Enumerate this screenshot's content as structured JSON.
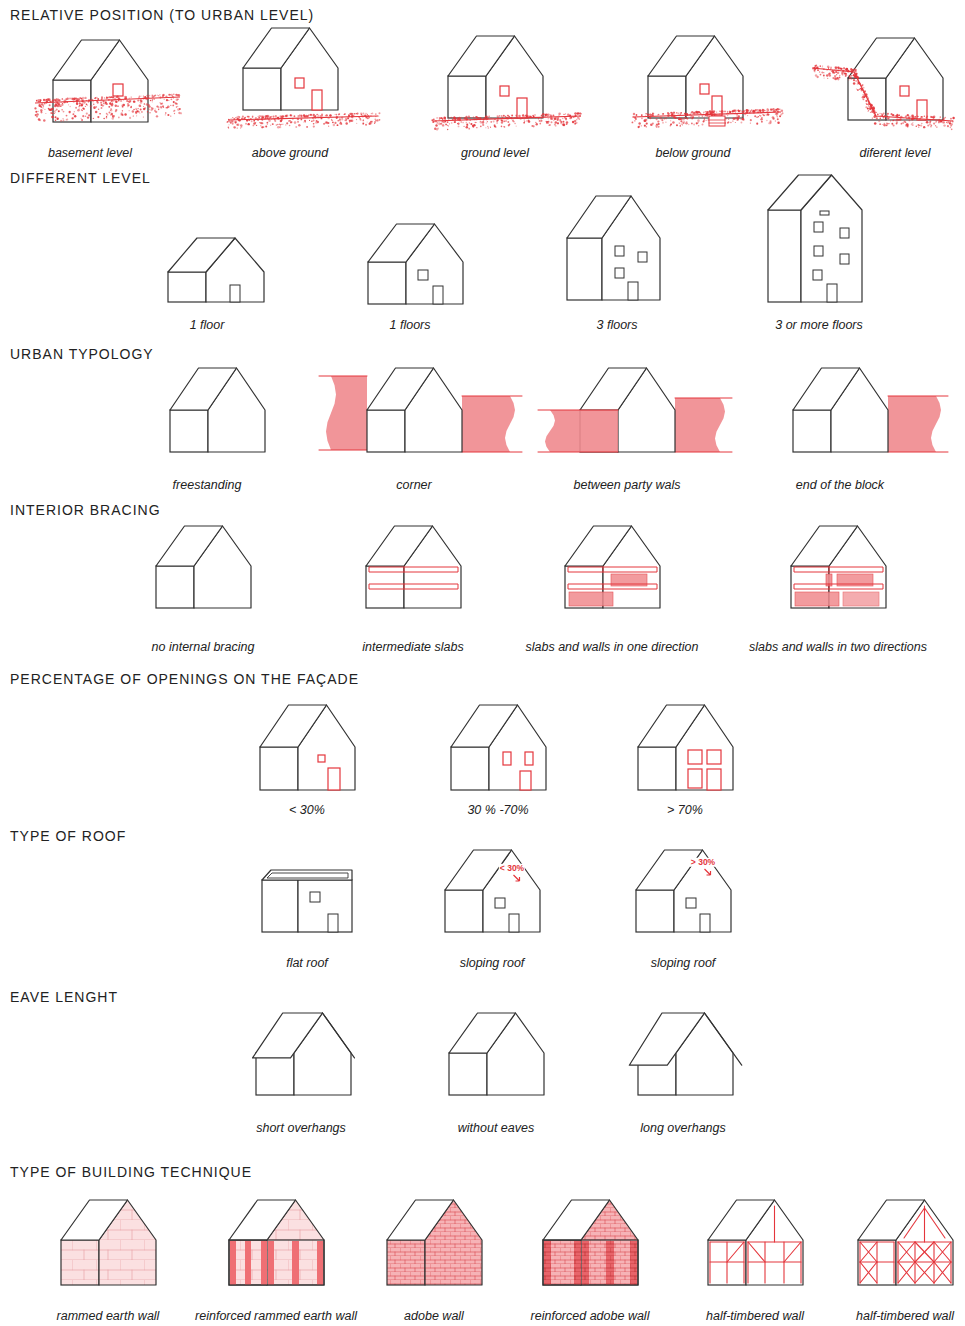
{
  "diagram": {
    "labels": [
      "RELATIVE POSITION (TO URBAN LEVEL)",
      "basement level",
      "above ground",
      "ground level",
      "below ground",
      "diferent level",
      "DIFFERENT LEVEL",
      "1 floor",
      "1 floors",
      "3 floors",
      "3 or more floors",
      "URBAN TYPOLOGY",
      "freestanding",
      "corner",
      "between party wals",
      "end of the block",
      "INTERIOR BRACING",
      "no internal bracing",
      "intermediate slabs",
      "slabs and walls in one direction",
      "slabs and walls in two directions",
      "PERCENTAGE OF OPENINGS ON THE FAÇADE",
      "< 30%",
      "30 % -70%",
      "> 70%",
      "TYPE OF ROOF",
      "< 30%",
      "> 30%",
      "flat roof",
      "sloping roof",
      "sloping roof",
      "EAVE LENGHT",
      "short overhangs",
      "without eaves",
      "long overhangs",
      "TYPE OF BUILDING TECHNIQUE",
      "rammed earth wall",
      "reinforced rammed earth wall",
      "adobe wall",
      "reinforced adobe wall",
      "half-timbered wall",
      "half-timbered wall"
    ]
  }
}
